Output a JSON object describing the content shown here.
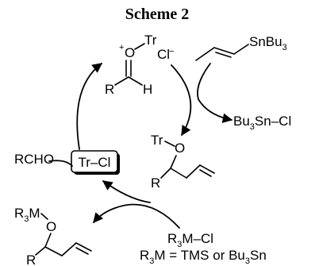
{
  "title": "Scheme 2",
  "complex": {
    "charge": "+",
    "o_atom": "O",
    "tr": "Tr",
    "counterion": "Cl",
    "counterion_charge": "−",
    "r": "R",
    "h": "H"
  },
  "allylstannane": {
    "label_main": "SnBu",
    "label_sub": "3"
  },
  "byproduct_tin": {
    "p1": "Bu",
    "p1_sub": "3",
    "p2": "Sn–Cl"
  },
  "aldehyde": "RCHO",
  "catalyst": "Tr–Cl",
  "tr_ether": {
    "tr": "Tr",
    "o": "O",
    "r": "R"
  },
  "silyl_ether": {
    "p1": "R",
    "p1_sub": "3",
    "p2": "M",
    "o": "O",
    "r": "R"
  },
  "reagent": {
    "p1": "R",
    "p1_sub": "3",
    "p2": "M–Cl"
  },
  "definition": {
    "p1": "R",
    "p1_sub": "3",
    "p2": "M = TMS or Bu",
    "p2_sub": "3",
    "p3": "Sn"
  }
}
